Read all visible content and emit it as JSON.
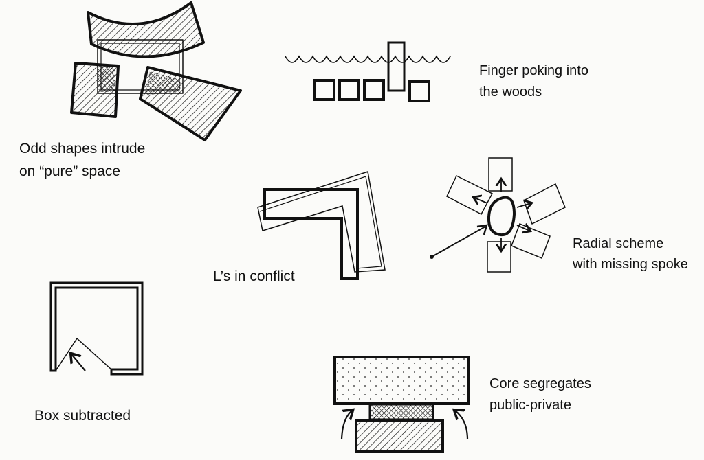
{
  "captions": {
    "odd_shapes": {
      "line1": "Odd shapes intrude",
      "line2": "on “pure” space"
    },
    "finger": {
      "line1": "Finger poking into",
      "line2": "the woods"
    },
    "l_conflict": {
      "line1": "L’s in conflict"
    },
    "radial": {
      "line1": "Radial scheme",
      "line2": "with missing spoke"
    },
    "box_subtracted": {
      "line1": "Box subtracted"
    },
    "core": {
      "line1": "Core segregates",
      "line2": "public-private"
    }
  },
  "colors": {
    "ink": "#111111",
    "paper": "#fbfbf9"
  }
}
